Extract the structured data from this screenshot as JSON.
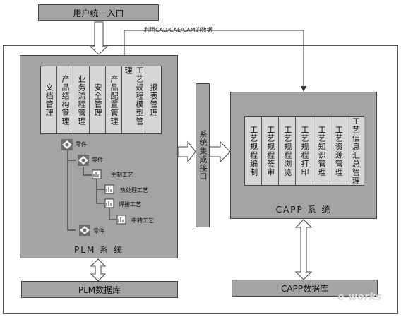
{
  "entry": {
    "label": "用户统一入口"
  },
  "cad_data_note": "利用CAD/CAE/CAM的数据",
  "plm": {
    "title": "PLM 系 统",
    "modules": [
      "文档管理",
      "产品结构管理",
      "业务流程管理",
      "安全管理",
      "产品配置管理",
      "工艺规程模型管理",
      "报表管理"
    ],
    "tree": {
      "part1": "零件",
      "part2": "零件",
      "main_process": "主制工艺",
      "heat_process": "热处理工艺",
      "weld_process": "焊接工艺",
      "transfer_process": "中转工艺",
      "part3": "零件"
    }
  },
  "integration": {
    "label": "系统集成接口"
  },
  "capp": {
    "title": "CAPP 系 统",
    "modules": [
      "工艺规程编制",
      "工艺规程签审",
      "工艺规程浏览",
      "工艺规程打印",
      "工艺知识管理",
      "工艺资源管理",
      "工艺信息汇总管理"
    ]
  },
  "plm_db": {
    "label": "PLM数据库"
  },
  "capp_db": {
    "label": "CAPP数据库"
  },
  "watermark": "e-works"
}
